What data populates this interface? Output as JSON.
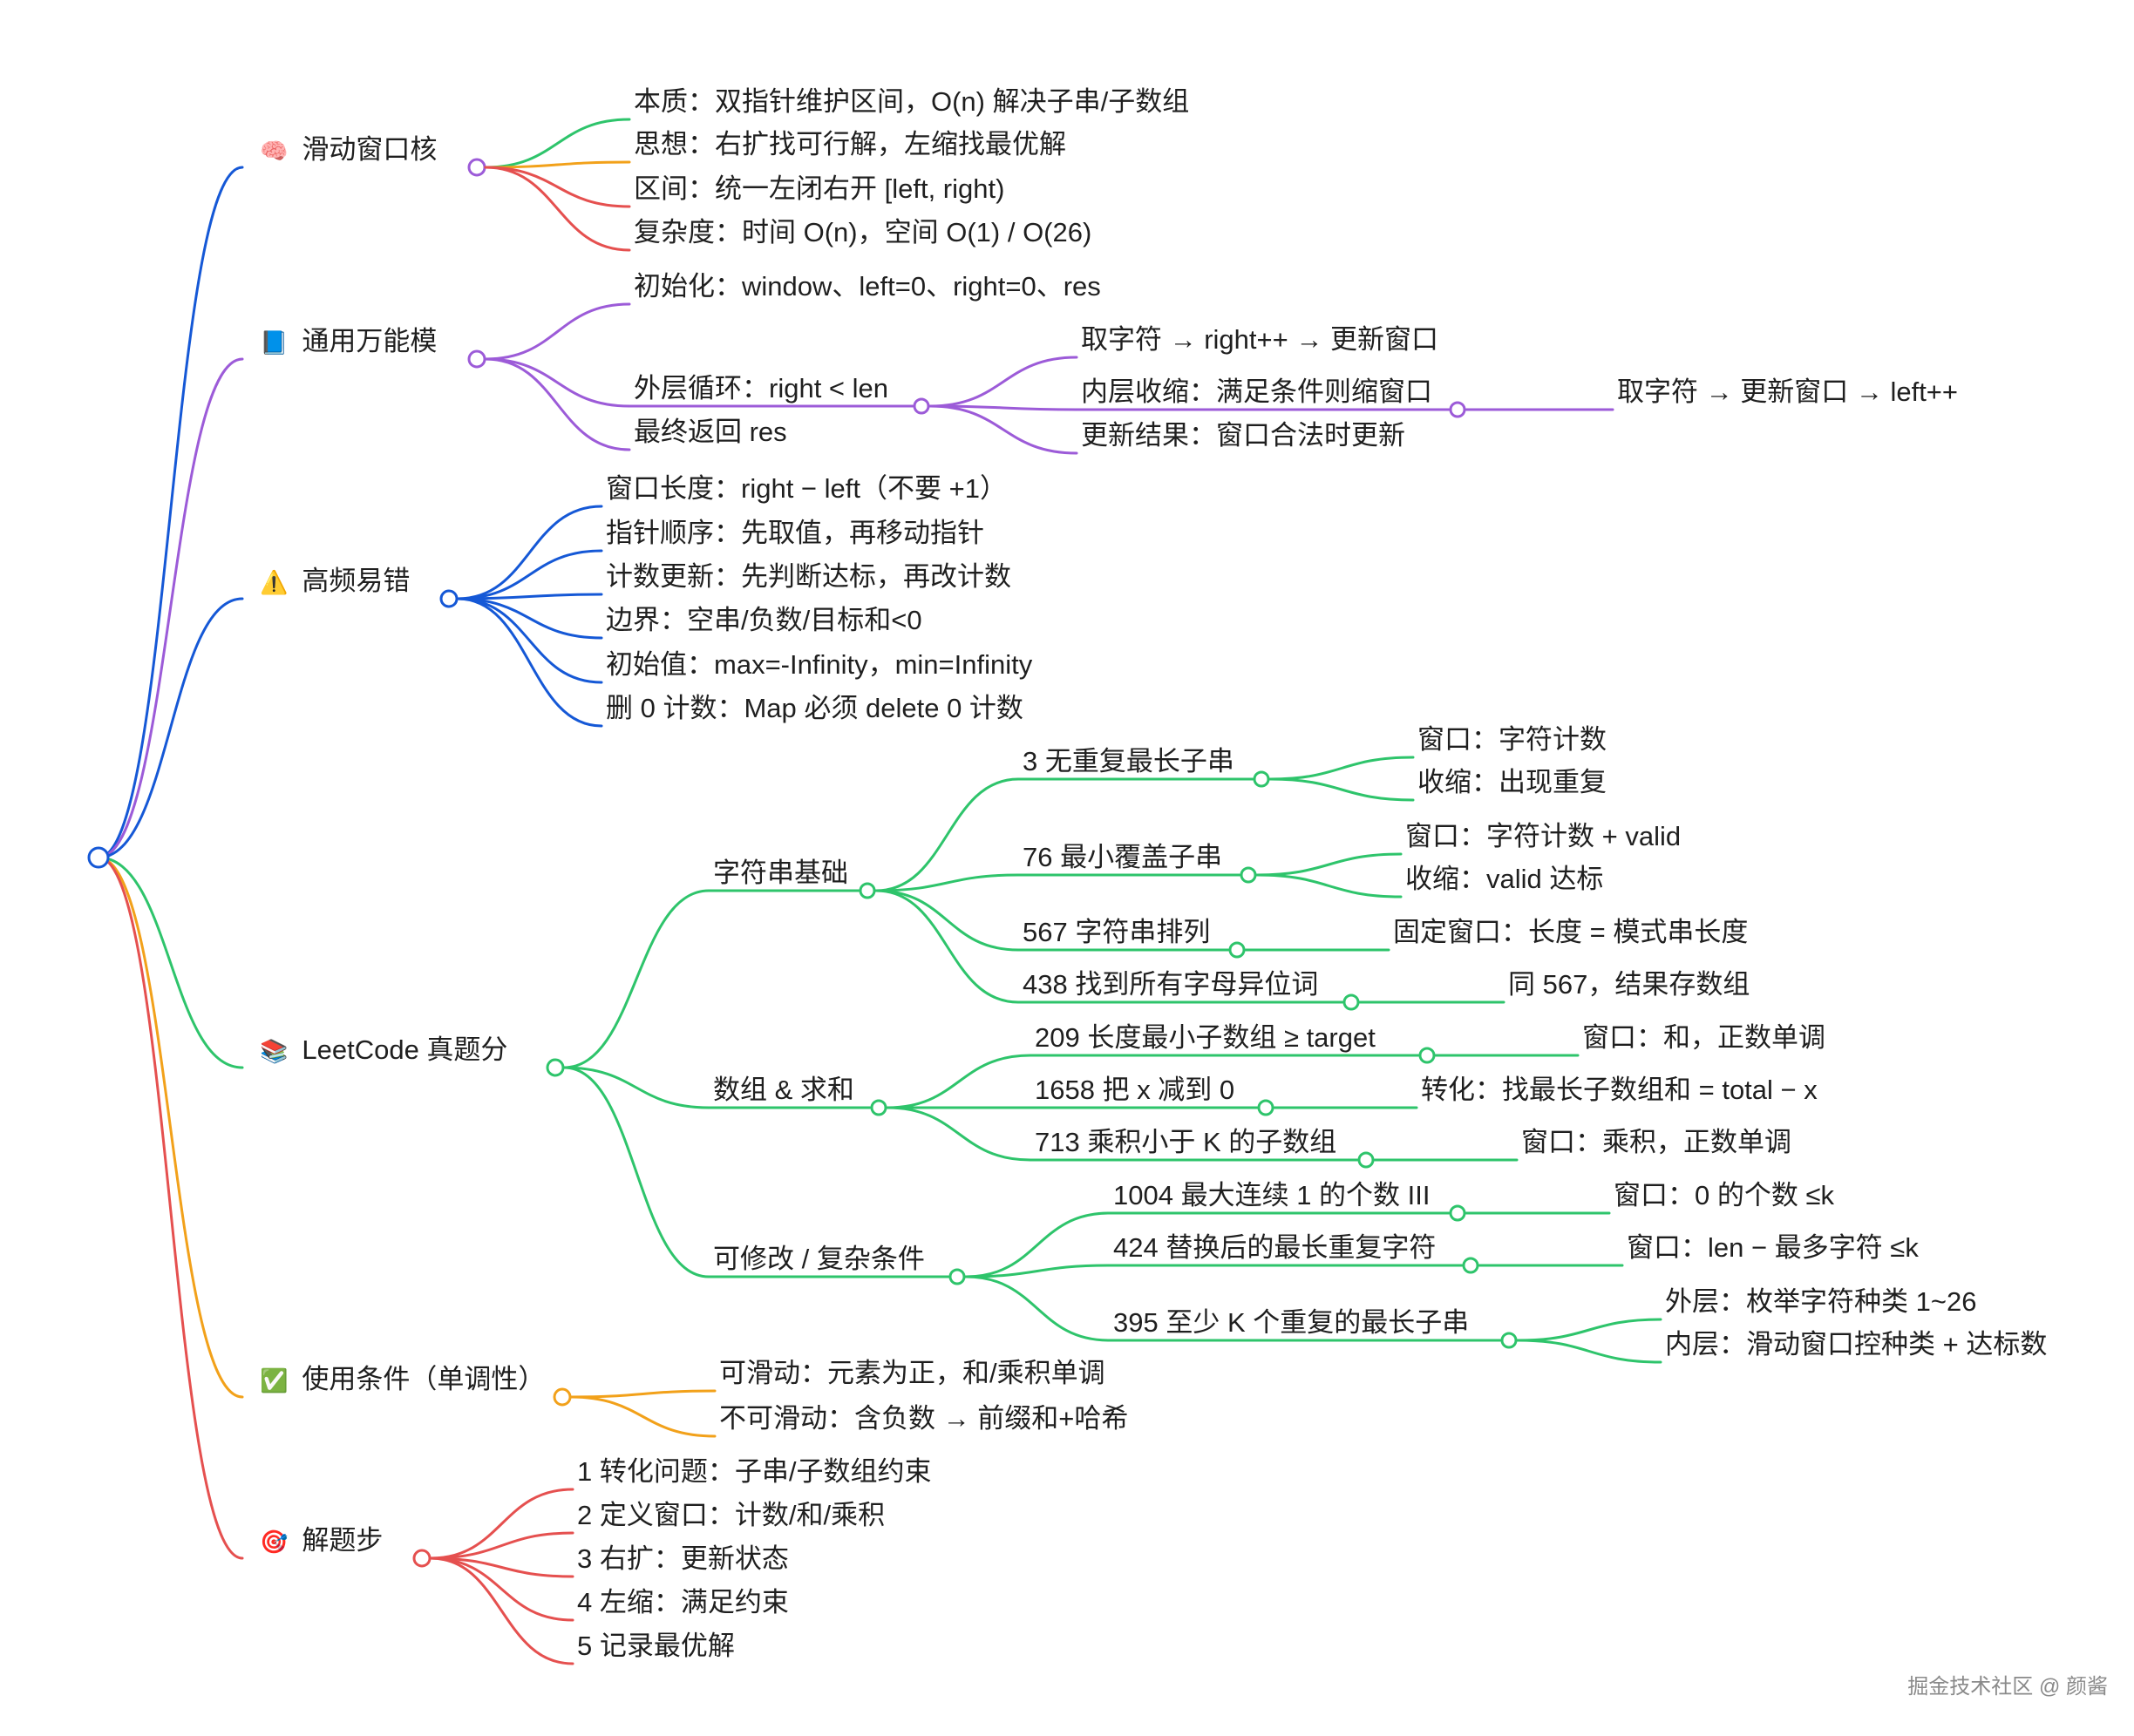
{
  "colors": {
    "blue": "#1558d6",
    "purple": "#9c5bd8",
    "green": "#2ec46b",
    "orange": "#f2a11a",
    "red": "#e5504f",
    "text": "#1f1f1f"
  },
  "watermark": "掘金技术社区 @ 颜酱",
  "mindmap": {
    "branches": [
      {
        "text": "滑动窗口核",
        "icon": "🧠",
        "icon_name": "brain-icon",
        "children": [
          {
            "text": "本质：双指针维护区间，O(n) 解决子串/子数组"
          },
          {
            "text": "思想：右扩找可行解，左缩找最优解"
          },
          {
            "text": "区间：统一左闭右开 [left, right)"
          },
          {
            "text": "复杂度：时间 O(n)，空间 O(1) / O(26)"
          }
        ]
      },
      {
        "text": "通用万能模",
        "icon": "📘",
        "icon_name": "blue-book-icon",
        "children": [
          {
            "text": "初始化：window、left=0、right=0、res"
          },
          {
            "text": "外层循环：right < len",
            "children": [
              {
                "text": "取字符 → right++ → 更新窗口"
              },
              {
                "text": "内层收缩：满足条件则缩窗口",
                "children": [
                  {
                    "text": "取字符 → 更新窗口 → left++"
                  }
                ]
              },
              {
                "text": "更新结果：窗口合法时更新"
              }
            ]
          },
          {
            "text": "最终返回 res"
          }
        ]
      },
      {
        "text": "高频易错",
        "icon": "⚠️",
        "icon_name": "warning-icon",
        "children": [
          {
            "text": "窗口长度：right − left（不要 +1）"
          },
          {
            "text": "指针顺序：先取值，再移动指针"
          },
          {
            "text": "计数更新：先判断达标，再改计数"
          },
          {
            "text": "边界：空串/负数/目标和<0"
          },
          {
            "text": "初始值：max=-Infinity，min=Infinity"
          },
          {
            "text": "删 0 计数：Map 必须 delete 0 计数"
          }
        ]
      },
      {
        "text": "LeetCode 真题分",
        "icon": "📚",
        "icon_name": "books-icon",
        "children": [
          {
            "text": "字符串基础",
            "children": [
              {
                "text": "3 无重复最长子串",
                "children": [
                  {
                    "text": "窗口：字符计数"
                  },
                  {
                    "text": "收缩：出现重复"
                  }
                ]
              },
              {
                "text": "76 最小覆盖子串",
                "children": [
                  {
                    "text": "窗口：字符计数 + valid"
                  },
                  {
                    "text": "收缩：valid 达标"
                  }
                ]
              },
              {
                "text": "567 字符串排列",
                "children": [
                  {
                    "text": "固定窗口：长度 = 模式串长度"
                  }
                ]
              },
              {
                "text": "438 找到所有字母异位词",
                "children": [
                  {
                    "text": "同 567，结果存数组"
                  }
                ]
              }
            ]
          },
          {
            "text": "数组 & 求和",
            "children": [
              {
                "text": "209 长度最小子数组 ≥ target",
                "children": [
                  {
                    "text": "窗口：和，正数单调"
                  }
                ]
              },
              {
                "text": "1658 把 x 减到 0",
                "children": [
                  {
                    "text": "转化：找最长子数组和 = total − x"
                  }
                ]
              },
              {
                "text": "713 乘积小于 K 的子数组",
                "children": [
                  {
                    "text": "窗口：乘积，正数单调"
                  }
                ]
              }
            ]
          },
          {
            "text": "可修改 / 复杂条件",
            "children": [
              {
                "text": "1004 最大连续 1 的个数 III",
                "children": [
                  {
                    "text": "窗口：0 的个数 ≤k"
                  }
                ]
              },
              {
                "text": "424 替换后的最长重复字符",
                "children": [
                  {
                    "text": "窗口：len − 最多字符 ≤k"
                  }
                ]
              },
              {
                "text": "395 至少 K 个重复的最长子串",
                "children": [
                  {
                    "text": "外层：枚举字符种类 1~26"
                  },
                  {
                    "text": "内层：滑动窗口控种类 + 达标数"
                  }
                ]
              }
            ]
          }
        ]
      },
      {
        "text": "使用条件（单调性）",
        "icon": "✅",
        "icon_name": "check-mark-icon",
        "children": [
          {
            "text": "可滑动：元素为正，和/乘积单调"
          },
          {
            "text": "不可滑动：含负数 → 前缀和+哈希"
          }
        ]
      },
      {
        "text": "解题步",
        "icon": "🎯",
        "icon_name": "target-icon",
        "children": [
          {
            "text": "1 转化问题：子串/子数组约束"
          },
          {
            "text": "2 定义窗口：计数/和/乘积"
          },
          {
            "text": "3 右扩：更新状态"
          },
          {
            "text": "4 左缩：满足约束"
          },
          {
            "text": "5 记录最优解"
          }
        ]
      }
    ]
  }
}
